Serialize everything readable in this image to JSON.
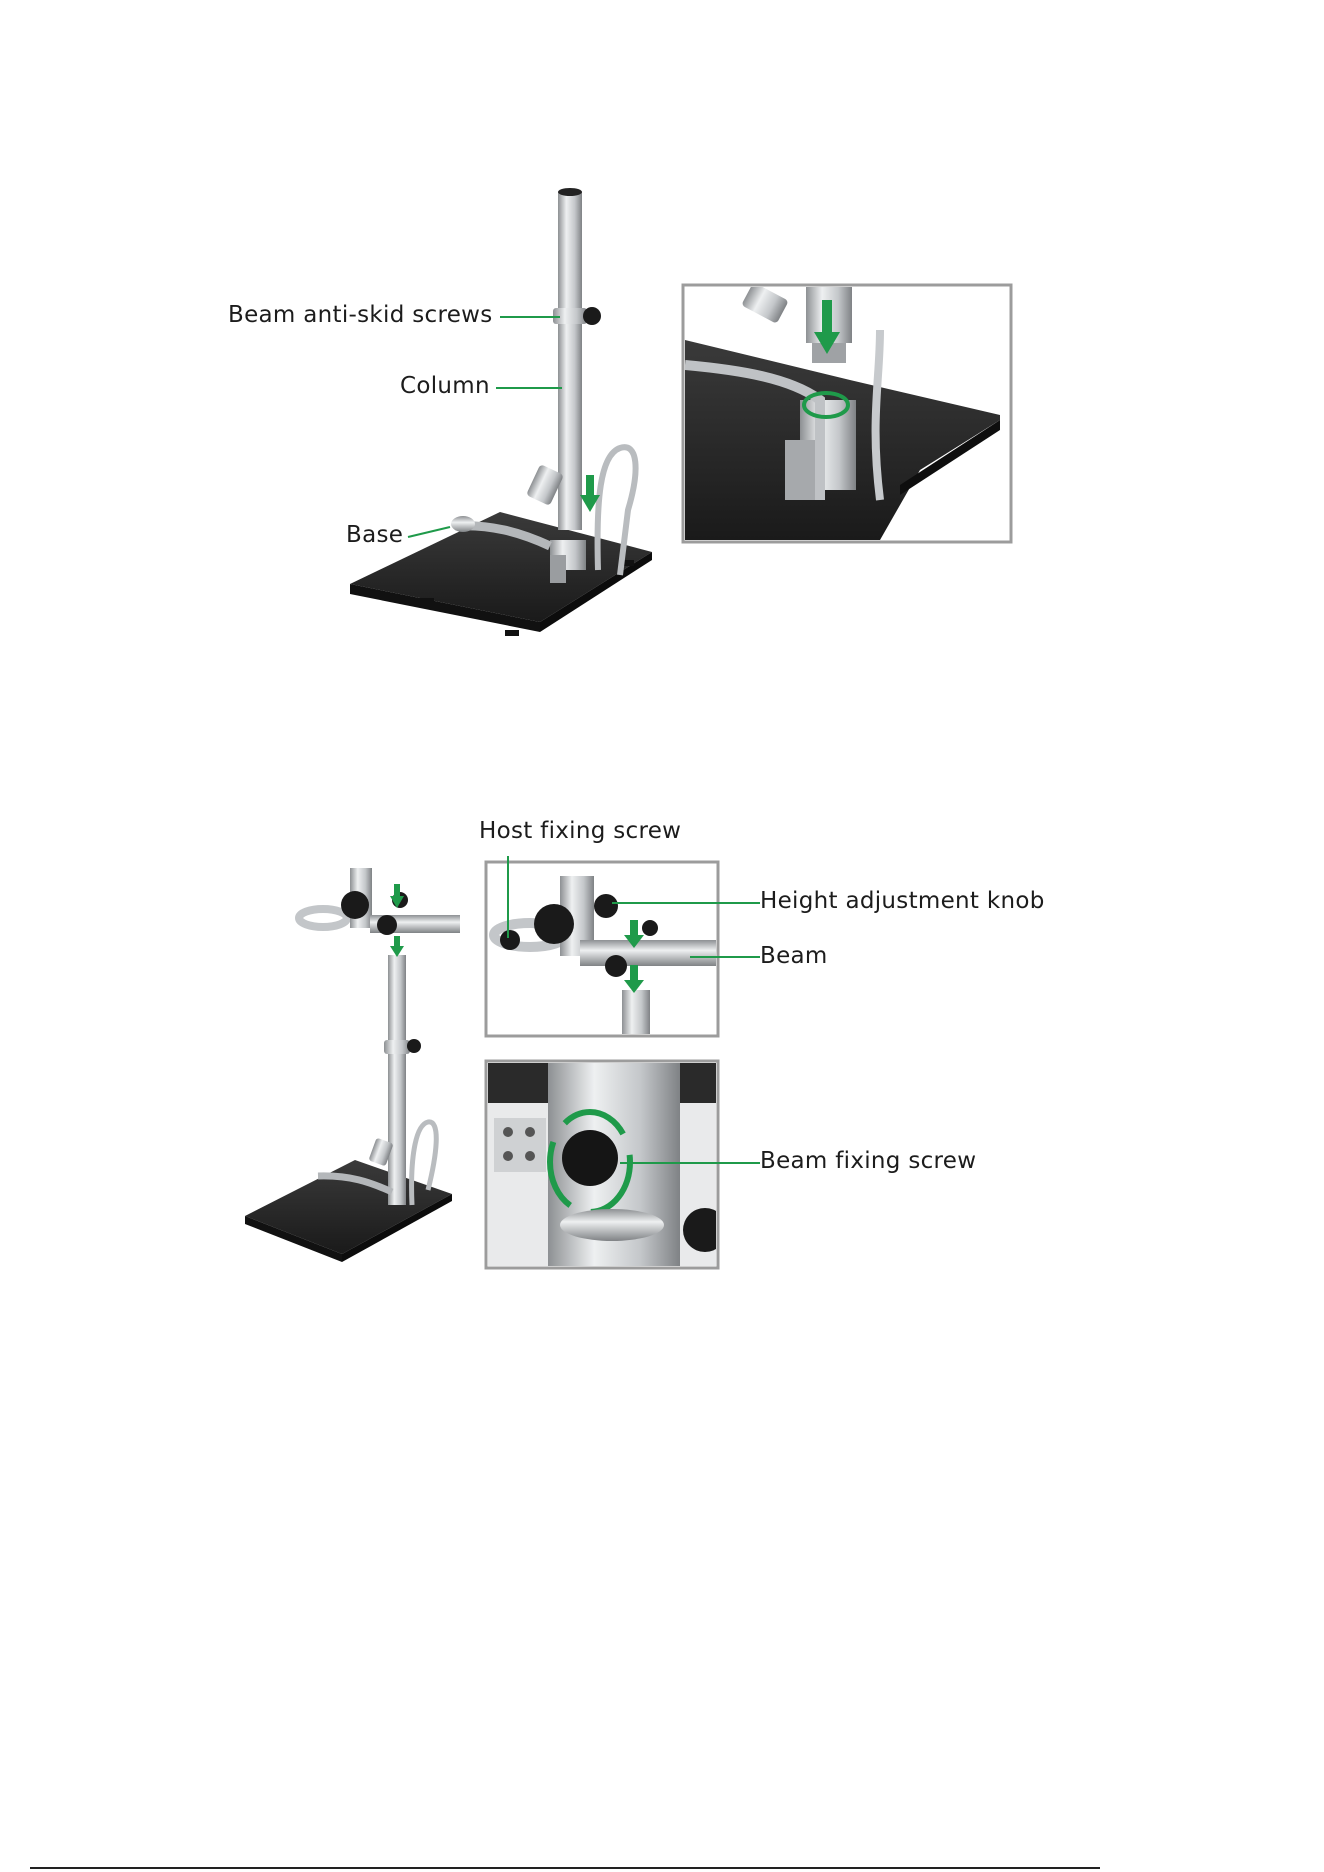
{
  "figure1": {
    "labels": {
      "beam_anti_skid_screws": "Beam anti-skid screws",
      "column": "Column",
      "base": "Base"
    }
  },
  "figure2": {
    "labels": {
      "host_fixing_screw": "Host fixing screw",
      "height_adjustment_knob": "Height adjustment knob",
      "beam": "Beam",
      "beam_fixing_screw": "Beam fixing screw"
    }
  },
  "colors": {
    "arrow": "#1f9a4a",
    "frame": "#9c9c9c",
    "base_plate": "#262626",
    "metal": "#c9cbcd"
  }
}
